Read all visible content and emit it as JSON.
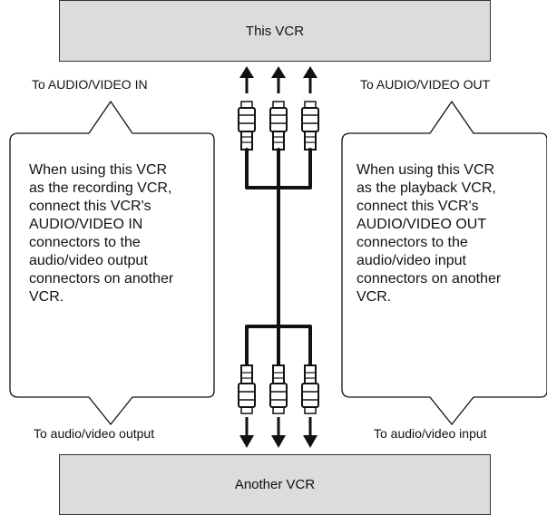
{
  "devices": {
    "top": "This VCR",
    "bottom": "Another VCR"
  },
  "labels": {
    "top_left": "To AUDIO/VIDEO IN",
    "top_right": "To AUDIO/VIDEO OUT",
    "bottom_left": "To audio/video output",
    "bottom_right": "To audio/video input"
  },
  "notes": {
    "left": "When using this VCR\nas the recording VCR,\nconnect this VCR's\nAUDIO/VIDEO IN\nconnectors to the\naudio/video output\nconnectors on another\nVCR.",
    "right": "When using this VCR\nas the playback VCR,\nconnect this VCR's\nAUDIO/VIDEO OUT\nconnectors to the\naudio/video input\nconnectors on another\nVCR."
  },
  "colors": {
    "device_fill": "#dcdcdc",
    "line": "#111111"
  }
}
